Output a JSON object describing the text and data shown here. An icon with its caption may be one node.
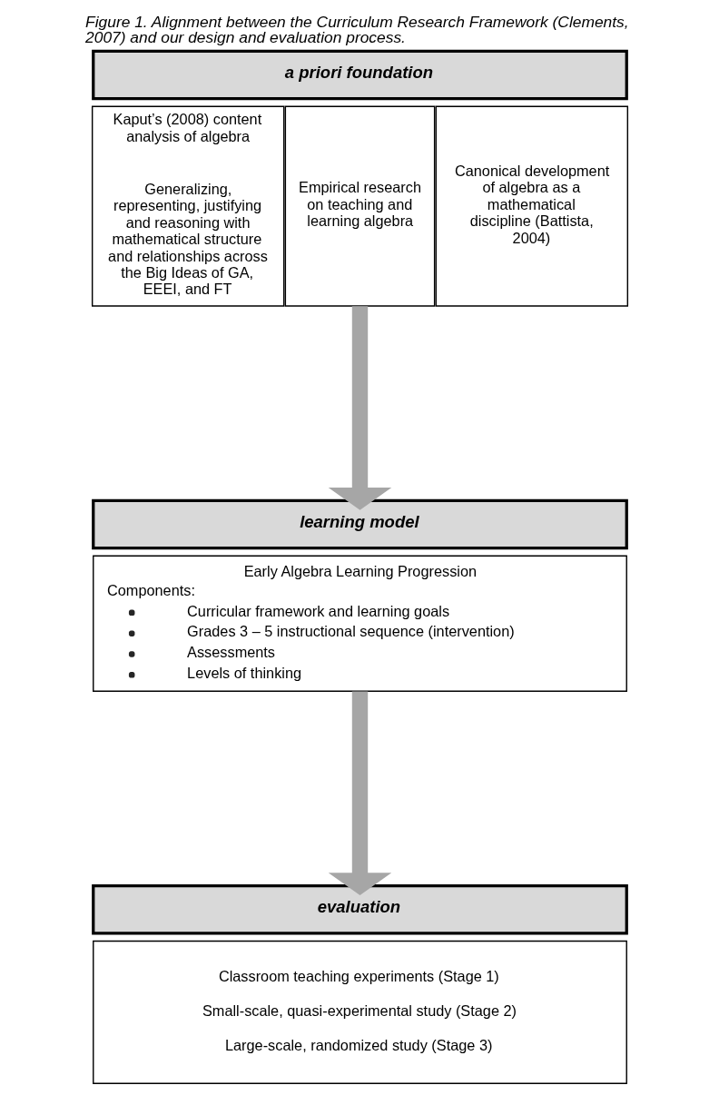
{
  "diagram": {
    "title": "Figure 1. Alignment between the Curriculum Research Framework (Clements, 2007) and our design and evaluation process.",
    "nodes": [
      {
        "text": [
          "a priori foundation"
        ]
      },
      {
        "text": [
          "Kaput’s (2008) content analysis of algebra",
          "Generalizing, representing, justifying and reasoning with mathematical structure and relationships across the Big Ideas of GA, EEEI, and FT"
        ]
      },
      {
        "text": [
          "Empirical research on teaching and learning algebra"
        ]
      },
      {
        "text": [
          "Canonical development of algebra as a mathematical discipline (Battista, 2004)"
        ]
      },
      {
        "text": [
          "learning model"
        ]
      },
      {
        "text": [
          "Early Algebra Learning Progression",
          "Components:",
          "Curricular framework and learning goals",
          "Grades 3 – 5 instructional sequence (intervention)",
          "Assessments",
          "Levels of thinking"
        ]
      },
      {
        "text": [
          "evaluation"
        ]
      },
      {
        "text": [
          "Classroom teaching experiments (Stage 1)",
          "Small-scale, quasi-experimental study (Stage 2)",
          "Large-scale, randomized study (Stage 3)"
        ]
      }
    ],
    "edges": [
      {
        "from": 2,
        "to": 4,
        "arrow": "to"
      },
      {
        "from": 5,
        "to": 6,
        "arrow": "to"
      }
    ]
  }
}
